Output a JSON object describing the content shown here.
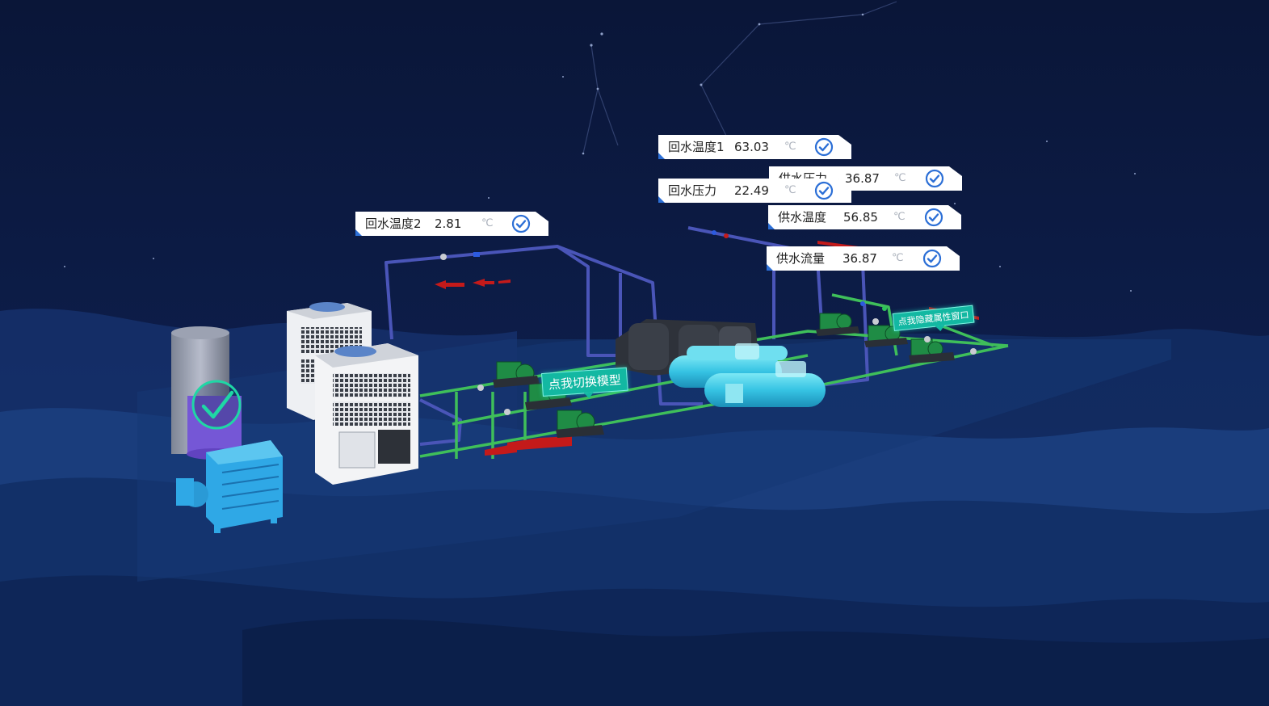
{
  "sensors": [
    {
      "label": "回水温度1",
      "value": "63.03",
      "unit": "℃"
    },
    {
      "label": "供水压力",
      "value": "36.87",
      "unit": "℃"
    },
    {
      "label": "回水压力",
      "value": "22.49",
      "unit": "℃"
    },
    {
      "label": "回水温度2",
      "value": "2.81",
      "unit": "℃"
    },
    {
      "label": "供水温度",
      "value": "56.85",
      "unit": "℃"
    },
    {
      "label": "供水流量",
      "value": "36.87",
      "unit": "℃"
    }
  ],
  "buttons": {
    "switch_model": "点我切换模型",
    "hide_window": "点我隐藏属性窗口"
  },
  "colors": {
    "background": "#0c1a44",
    "pipe_supply": "#3fbf5a",
    "pipe_return": "#4a55b8",
    "equipment": "#2fa8e6",
    "tag_bg": "#13b8a2",
    "check": "#2c6fd6",
    "status_ok": "#1fd7a5"
  },
  "icons": {
    "check": "check-circle-icon",
    "status": "status-ok-icon"
  }
}
